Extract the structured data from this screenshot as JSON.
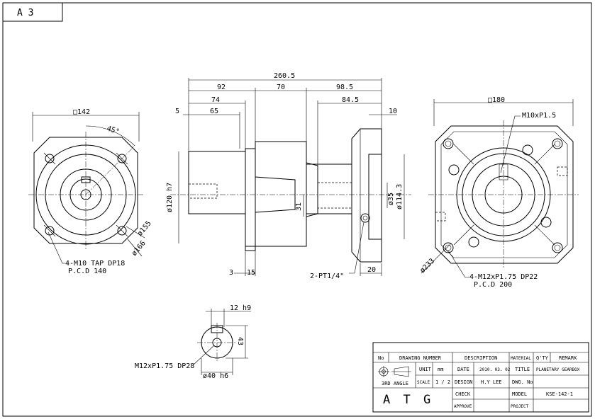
{
  "sheet_size": "A 3",
  "front_view": {
    "square": "□142",
    "angle": "45°",
    "d155": "ø155",
    "d166": "ø166",
    "tap": "4-M10 TAP DP18",
    "pcd": "P.C.D 140"
  },
  "side_view": {
    "overall": "260.5",
    "d92": "92",
    "d70": "70",
    "d98_5": "98.5",
    "d74": "74",
    "d84_5": "84.5",
    "d5": "5",
    "d65": "65",
    "d10": "10",
    "d120": "ø120 h7",
    "d31": "31",
    "d35": "ø35",
    "d114": "ø114.3",
    "d3": "3",
    "d15": "15",
    "d20": "20",
    "pt": "2-PT1/4\""
  },
  "rear_view": {
    "square": "□180",
    "thread": "M10xP1.5",
    "d233": "ø233",
    "holes": "4-M12xP1.75 DP22",
    "pcd": "P.C.D 200"
  },
  "shaft_detail": {
    "key": "12 h9",
    "height": "43",
    "thread": "M12xP1.75 DP28",
    "dia": "ø40 h6"
  },
  "title_block": {
    "hdr_no": "No",
    "hdr_drawing_number": "DRAWING NUMBER",
    "hdr_description": "DESCRIPTION",
    "hdr_material": "MATERIAL",
    "hdr_qty": "Q'TY",
    "hdr_remark": "REMARK",
    "unit_label": "UNIT",
    "unit_value": "mm",
    "scale_label": "SCALE",
    "scale_value": "1 / 2",
    "angle": "3RD ANGLE",
    "date_label": "DATE",
    "date_value": "2010. 03. 02",
    "design_label": "DESIGN",
    "design_value": "H.Y LEE",
    "check_label": "CHECK",
    "approve_label": "APPROVE",
    "title_label": "TITLE",
    "title_value": "PLANETARY GEARBOX",
    "dwg_label": "DWG. No",
    "model_label": "MODEL",
    "model_value": "KSE-142-1",
    "project_label": "PROJECT",
    "logo": "A T G"
  }
}
